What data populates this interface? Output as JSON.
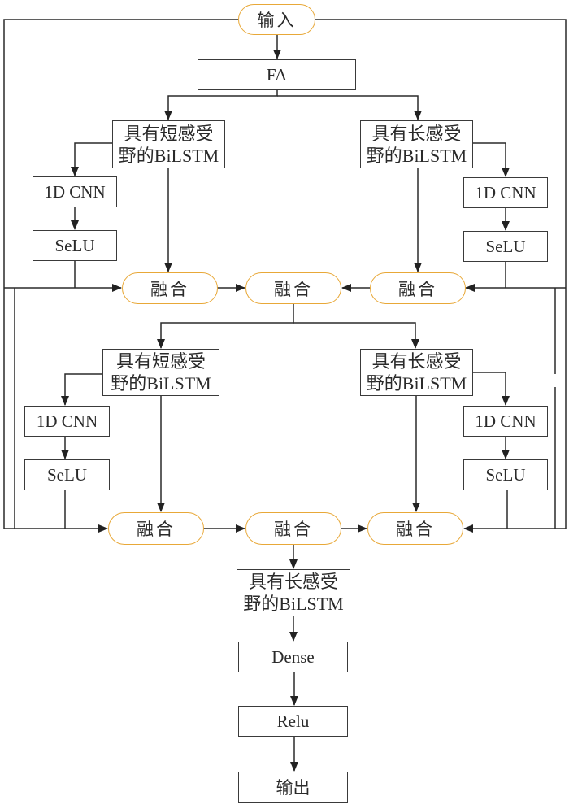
{
  "colors": {
    "line": "#2a2a2a",
    "box_border": "#3a3a3a",
    "pill_border": "#e8a838",
    "background": "#ffffff"
  },
  "nodes": {
    "input": "输入",
    "fa": "FA",
    "stage1": {
      "short_bilstm": {
        "line1": "具有短感受",
        "line2": "野的BiLSTM"
      },
      "long_bilstm": {
        "line1": "具有长感受",
        "line2": "野的BiLSTM"
      },
      "left_cnn": "1D CNN",
      "left_selu": "SeLU",
      "right_cnn": "1D CNN",
      "right_selu": "SeLU",
      "fusion_left": "融合",
      "fusion_middle": "融合",
      "fusion_right": "融合"
    },
    "stage2": {
      "short_bilstm": {
        "line1": "具有短感受",
        "line2": "野的BiLSTM"
      },
      "long_bilstm": {
        "line1": "具有长感受",
        "line2": "野的BiLSTM"
      },
      "left_cnn": "1D CNN",
      "left_selu": "SeLU",
      "right_cnn": "1D CNN",
      "right_selu": "SeLU",
      "fusion_left": "融合",
      "fusion_middle": "融合",
      "fusion_right": "融合"
    },
    "final_bilstm": {
      "line1": "具有长感受",
      "line2": "野的BiLSTM"
    },
    "dense": "Dense",
    "relu": "Relu",
    "output": "输出"
  },
  "edges": [
    {
      "from": "input",
      "to": "fa"
    },
    {
      "from": "fa",
      "to": "stage1.short_bilstm"
    },
    {
      "from": "fa",
      "to": "stage1.long_bilstm"
    },
    {
      "from": "stage1.short_bilstm",
      "to": "stage1.left_cnn"
    },
    {
      "from": "stage1.left_cnn",
      "to": "stage1.left_selu"
    },
    {
      "from": "stage1.left_selu",
      "to": "stage1.fusion_left"
    },
    {
      "from": "stage1.short_bilstm",
      "to": "stage1.fusion_left"
    },
    {
      "from": "input",
      "to": "stage1.fusion_left"
    },
    {
      "from": "stage1.long_bilstm",
      "to": "stage1.right_cnn"
    },
    {
      "from": "stage1.right_cnn",
      "to": "stage1.right_selu"
    },
    {
      "from": "stage1.right_selu",
      "to": "stage1.fusion_right"
    },
    {
      "from": "stage1.long_bilstm",
      "to": "stage1.fusion_right"
    },
    {
      "from": "input",
      "to": "stage1.fusion_right"
    },
    {
      "from": "stage1.fusion_left",
      "to": "stage1.fusion_middle"
    },
    {
      "from": "stage1.fusion_right",
      "to": "stage1.fusion_middle"
    },
    {
      "from": "stage1.fusion_middle",
      "to": "stage2.short_bilstm"
    },
    {
      "from": "stage1.fusion_middle",
      "to": "stage2.long_bilstm"
    },
    {
      "from": "stage2.short_bilstm",
      "to": "stage2.left_cnn"
    },
    {
      "from": "stage2.left_cnn",
      "to": "stage2.left_selu"
    },
    {
      "from": "stage2.left_selu",
      "to": "stage2.fusion_left"
    },
    {
      "from": "stage2.short_bilstm",
      "to": "stage2.fusion_left"
    },
    {
      "from": "input",
      "to": "stage2.fusion_left"
    },
    {
      "from": "stage2.long_bilstm",
      "to": "stage2.right_cnn"
    },
    {
      "from": "stage2.right_cnn",
      "to": "stage2.right_selu"
    },
    {
      "from": "stage2.right_selu",
      "to": "stage2.fusion_right"
    },
    {
      "from": "stage2.long_bilstm",
      "to": "stage2.fusion_right"
    },
    {
      "from": "input",
      "to": "stage2.fusion_right"
    },
    {
      "from": "stage2.fusion_left",
      "to": "stage2.fusion_middle"
    },
    {
      "from": "stage2.fusion_middle",
      "to": "stage2.fusion_right"
    },
    {
      "from": "stage2.fusion_middle",
      "to": "final_bilstm"
    },
    {
      "from": "final_bilstm",
      "to": "dense"
    },
    {
      "from": "dense",
      "to": "relu"
    },
    {
      "from": "relu",
      "to": "output"
    }
  ]
}
